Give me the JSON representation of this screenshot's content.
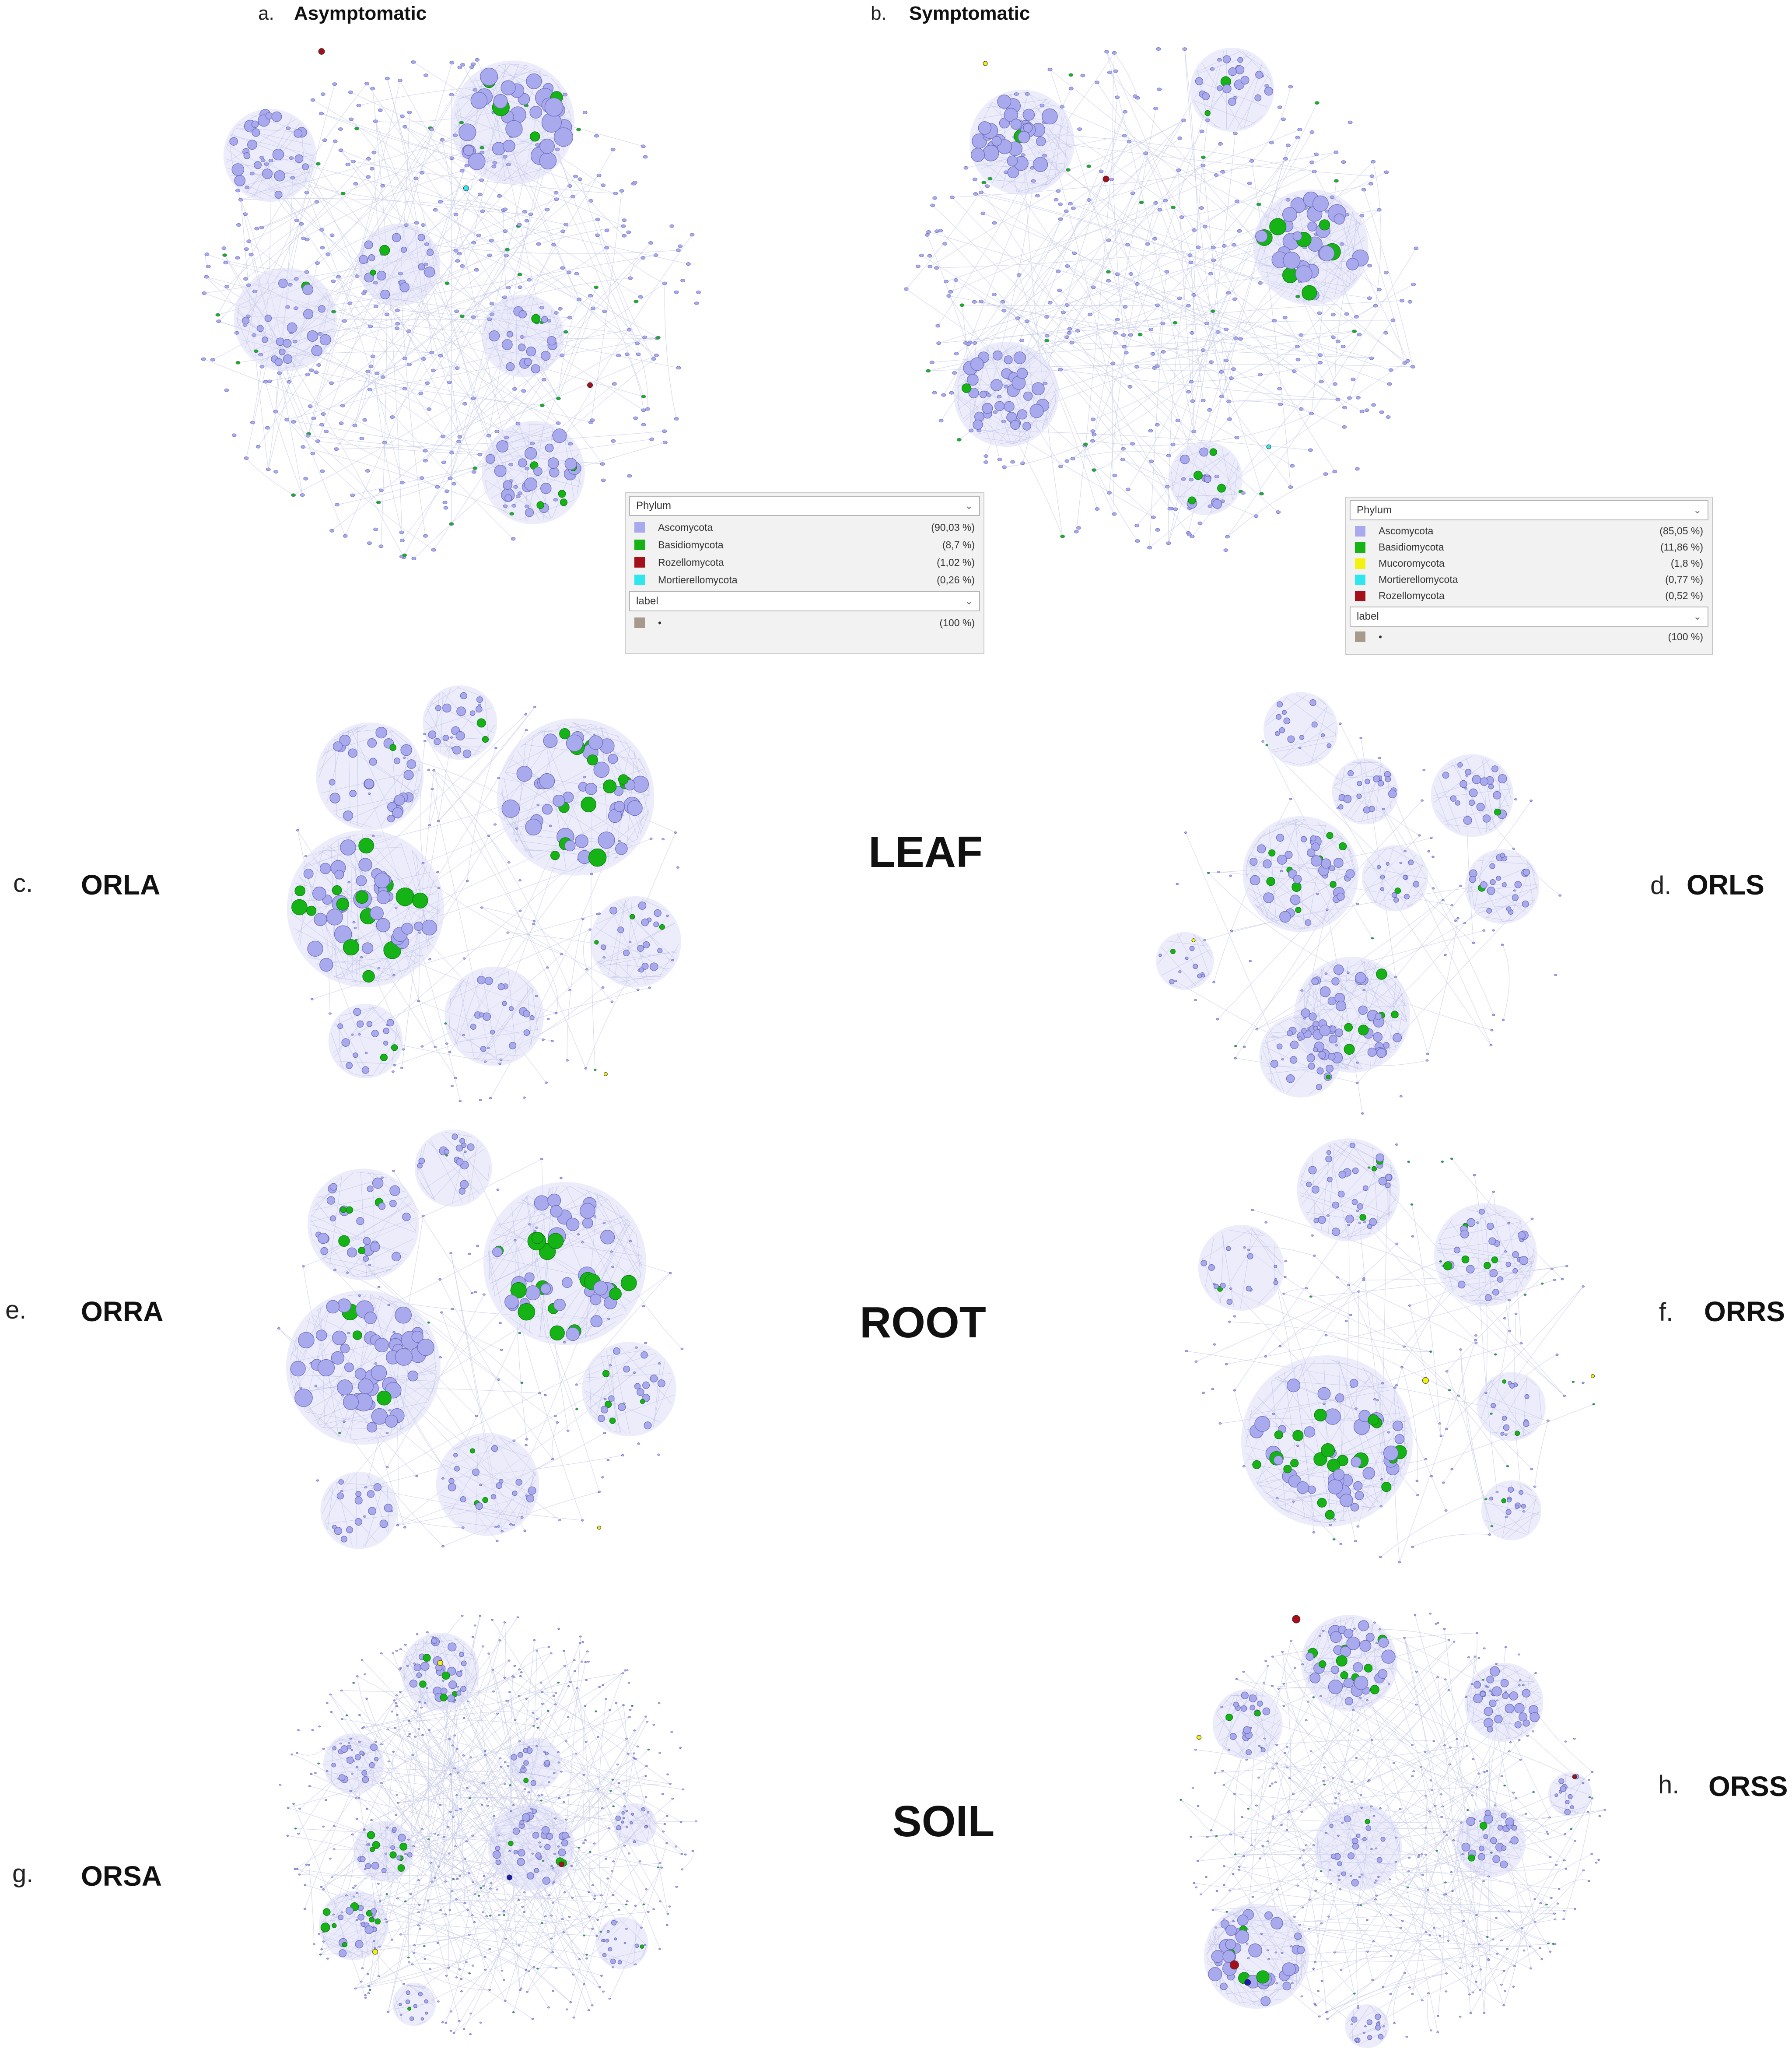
{
  "panels": {
    "a": {
      "letter": "a.",
      "title": "Asymptomatic"
    },
    "b": {
      "letter": "b.",
      "title": "Symptomatic"
    },
    "c": {
      "letter": "c.",
      "name": "ORLA"
    },
    "d": {
      "letter": "d.",
      "name": "ORLS"
    },
    "e": {
      "letter": "e.",
      "name": "ORRA"
    },
    "f": {
      "letter": "f.",
      "name": "ORRS"
    },
    "g": {
      "letter": "g.",
      "name": "ORSA"
    },
    "h": {
      "letter": "h.",
      "name": "ORSS"
    }
  },
  "compartments": {
    "leaf": "LEAF",
    "root": "ROOT",
    "soil": "SOIL"
  },
  "legend_a": {
    "dropdown": "Phylum",
    "items": [
      {
        "name": "Ascomycota",
        "pct": "(90,03 %)",
        "color": "#a9a9ee"
      },
      {
        "name": "Basidiomycota",
        "pct": "(8,7 %)",
        "color": "#15b315"
      },
      {
        "name": "Rozellomycota",
        "pct": "(1,02 %)",
        "color": "#a50f1a"
      },
      {
        "name": "Mortierellomycota",
        "pct": "(0,26 %)",
        "color": "#2ee6ee"
      }
    ],
    "label_dropdown": "label",
    "label_item": {
      "name": "•",
      "pct": "(100 %)",
      "color": "#a89a8a"
    }
  },
  "legend_b": {
    "dropdown": "Phylum",
    "items": [
      {
        "name": "Ascomycota",
        "pct": "(85,05 %)",
        "color": "#a9a9ee"
      },
      {
        "name": "Basidiomycota",
        "pct": "(11,86 %)",
        "color": "#15b315"
      },
      {
        "name": "Mucoromycota",
        "pct": "(1,8 %)",
        "color": "#f2f20e"
      },
      {
        "name": "Mortierellomycota",
        "pct": "(0,77 %)",
        "color": "#2ee6ee"
      },
      {
        "name": "Rozellomycota",
        "pct": "(0,52 %)",
        "color": "#a50f1a"
      }
    ],
    "label_dropdown": "label",
    "label_item": {
      "name": "•",
      "pct": "(100 %)",
      "color": "#a89a8a"
    }
  },
  "node_colors": {
    "ascomycota": "#a9a9ee",
    "basidiomycota": "#15b315",
    "rozellomycota": "#a50f1a",
    "mortierellomycota": "#2ee6ee",
    "mucoromycota": "#f2f20e",
    "dark_green": "#3f8060",
    "dark_blue": "#1a1ab0",
    "edge": "#c8cce8"
  }
}
